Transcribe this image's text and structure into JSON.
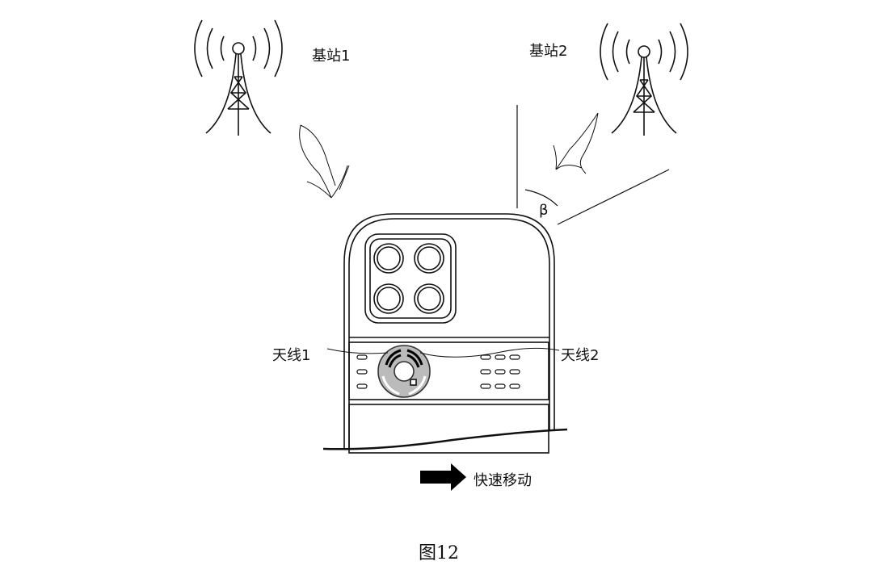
{
  "labels": {
    "base_station_1": "基站1",
    "base_station_2": "基站2",
    "angle": "β",
    "antenna_1": "天线1",
    "antenna_2": "天线2",
    "motion": "快速移动"
  },
  "caption": "图12"
}
